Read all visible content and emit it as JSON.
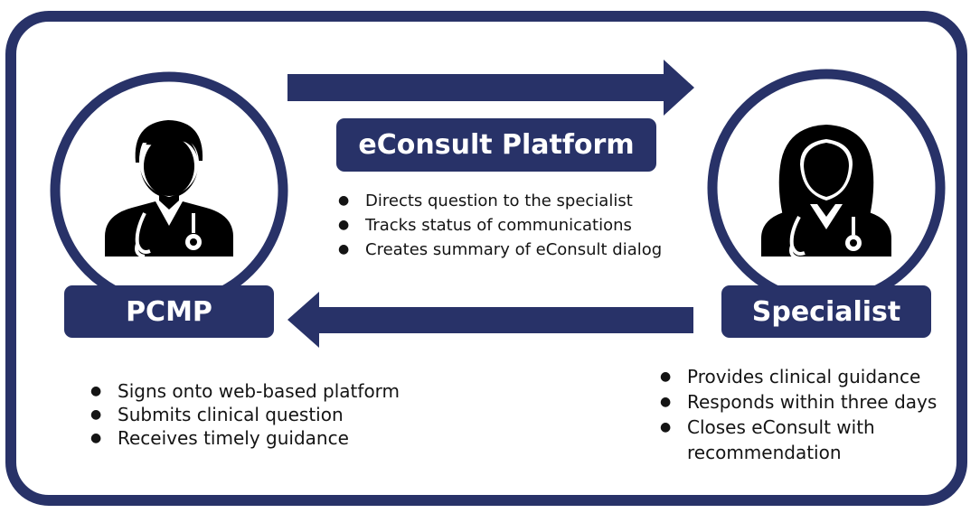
{
  "platform": {
    "title": "eConsult Platform",
    "bullets": [
      "Directs question to the specialist",
      "Tracks status of communications",
      "Creates summary of eConsult dialog"
    ]
  },
  "pcmp": {
    "title": "PCMP",
    "bullets": [
      "Signs onto web-based platform",
      "Submits clinical question",
      "Receives timely guidance"
    ]
  },
  "specialist": {
    "title": "Specialist",
    "bullets": [
      "Provides clinical guidance",
      "Responds within three days",
      "Closes eConsult with recommendation"
    ]
  },
  "colors": {
    "navy": "#283268",
    "text": "#141414",
    "background": "#ffffff"
  },
  "icons": {
    "pcmp_avatar": "male-doctor-icon",
    "specialist_avatar": "female-doctor-icon",
    "top_arrow": "arrow-right-icon",
    "bottom_arrow": "arrow-left-icon"
  }
}
